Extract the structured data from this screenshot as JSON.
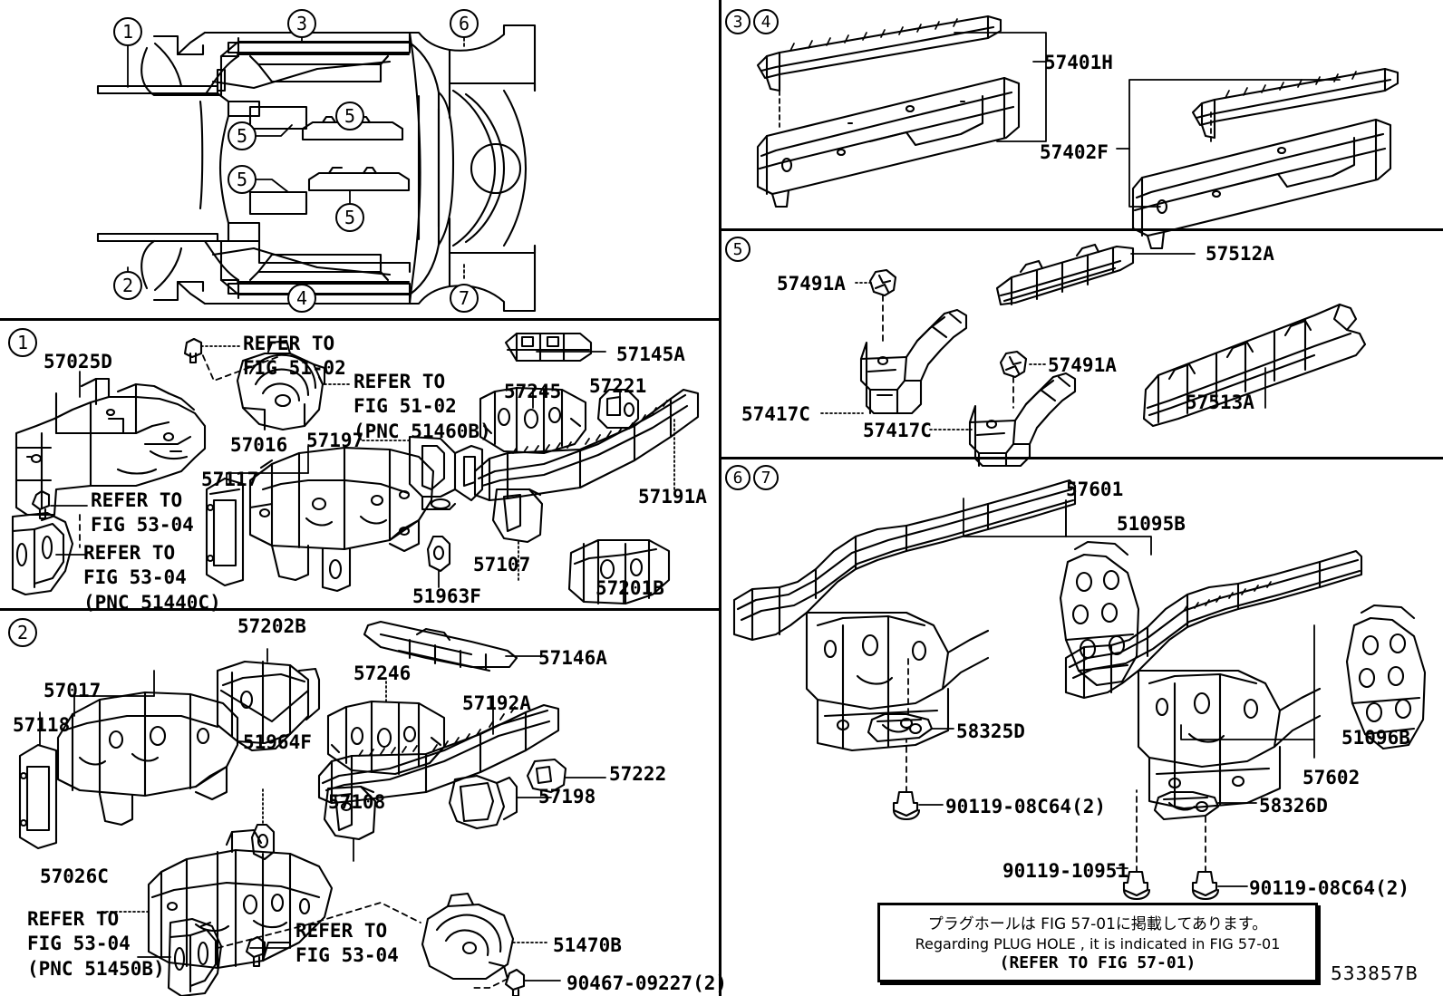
{
  "document": {
    "diagram_id": "533857B",
    "type": "parts-catalog-exploded-view"
  },
  "panels": {
    "overview": {
      "name": "vehicle-underbody-overview",
      "callouts": [
        "1",
        "2",
        "3",
        "4",
        "5",
        "5",
        "5",
        "5",
        "6",
        "7"
      ]
    },
    "panel1": {
      "section": "1",
      "parts": [
        {
          "id": "p1-57025D",
          "label": "57025D"
        },
        {
          "id": "p1-57016",
          "label": "57016"
        },
        {
          "id": "p1-57117",
          "label": "57117"
        },
        {
          "id": "p1-57197",
          "label": "57197"
        },
        {
          "id": "p1-57145A",
          "label": "57145A"
        },
        {
          "id": "p1-57245",
          "label": "57245"
        },
        {
          "id": "p1-57221",
          "label": "57221"
        },
        {
          "id": "p1-57191A",
          "label": "57191A"
        },
        {
          "id": "p1-57107",
          "label": "57107"
        },
        {
          "id": "p1-51963F",
          "label": "51963F"
        },
        {
          "id": "p1-57201B",
          "label": "57201B"
        }
      ],
      "refs": [
        {
          "id": "p1-ref-5102",
          "label": "REFER TO\nFIG 51-02"
        },
        {
          "id": "p1-ref-5102-pnc",
          "label": "REFER TO\nFIG 51-02\n(PNC 51460B)"
        },
        {
          "id": "p1-ref-5304",
          "label": "REFER TO\nFIG 53-04"
        },
        {
          "id": "p1-ref-5304-pnc",
          "label": "REFER TO\nFIG 53-04\n(PNC 51440C)"
        }
      ]
    },
    "panel2": {
      "section": "2",
      "parts": [
        {
          "id": "p2-57017",
          "label": "57017"
        },
        {
          "id": "p2-57118",
          "label": "57118"
        },
        {
          "id": "p2-57202B",
          "label": "57202B"
        },
        {
          "id": "p2-57146A",
          "label": "57146A"
        },
        {
          "id": "p2-57246",
          "label": "57246"
        },
        {
          "id": "p2-57192A",
          "label": "57192A"
        },
        {
          "id": "p2-51964F",
          "label": "51964F"
        },
        {
          "id": "p2-57222",
          "label": "57222"
        },
        {
          "id": "p2-57108",
          "label": "57108"
        },
        {
          "id": "p2-57198",
          "label": "57198"
        },
        {
          "id": "p2-57026C",
          "label": "57026C"
        },
        {
          "id": "p2-51470B",
          "label": "51470B"
        },
        {
          "id": "p2-90467",
          "label": "90467-09227(2)"
        }
      ],
      "refs": [
        {
          "id": "p2-ref-5304-pnc",
          "label": "REFER TO\nFIG 53-04\n(PNC 51450B)"
        },
        {
          "id": "p2-ref-5304",
          "label": "REFER TO\nFIG 53-04"
        }
      ]
    },
    "panel34": {
      "section_a": "3",
      "section_b": "4",
      "parts": [
        {
          "id": "p34-57401H",
          "label": "57401H"
        },
        {
          "id": "p34-57402F",
          "label": "57402F"
        }
      ]
    },
    "panel5": {
      "section": "5",
      "parts": [
        {
          "id": "p5-57491A-1",
          "label": "57491A"
        },
        {
          "id": "p5-57491A-2",
          "label": "57491A"
        },
        {
          "id": "p5-57417C-1",
          "label": "57417C"
        },
        {
          "id": "p5-57417C-2",
          "label": "57417C"
        },
        {
          "id": "p5-57512A",
          "label": "57512A"
        },
        {
          "id": "p5-57513A",
          "label": "57513A"
        }
      ]
    },
    "panel67": {
      "section_a": "6",
      "section_b": "7",
      "parts": [
        {
          "id": "p67-57601",
          "label": "57601"
        },
        {
          "id": "p67-51095B",
          "label": "51095B"
        },
        {
          "id": "p67-51096B",
          "label": "51096B"
        },
        {
          "id": "p67-57602",
          "label": "57602"
        },
        {
          "id": "p67-58325D",
          "label": "58325D"
        },
        {
          "id": "p67-58326D",
          "label": "58326D"
        },
        {
          "id": "p67-90119-08C64-a",
          "label": "90119-08C64(2)"
        },
        {
          "id": "p67-90119-08C64-b",
          "label": "90119-08C64(2)"
        },
        {
          "id": "p67-90119-10951",
          "label": "90119-10951"
        }
      ],
      "note": {
        "line_jp": "プラグホールは FIG 57-01に掲載してあります。",
        "line_en": "Regarding  PLUG  HOLE , it is indicated in FIG 57-01",
        "line_ref": "(REFER TO FIG 57-01)"
      }
    }
  }
}
